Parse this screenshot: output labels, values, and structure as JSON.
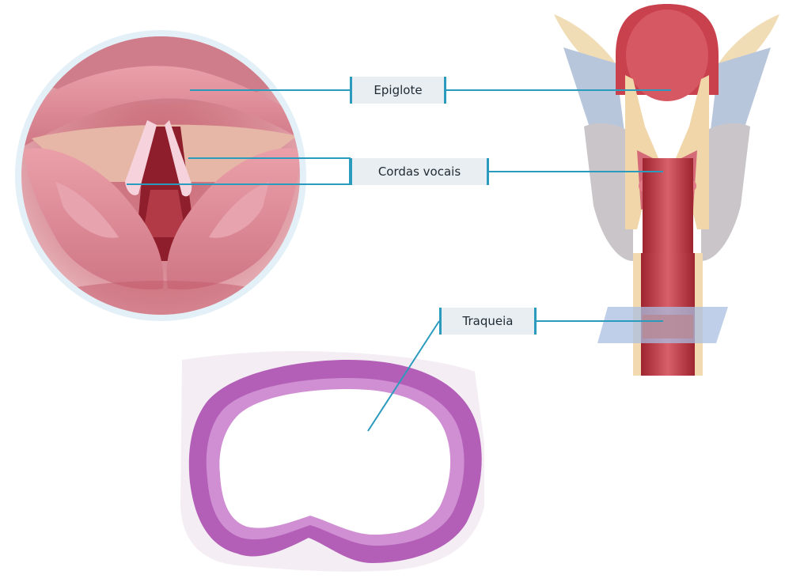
{
  "labels": {
    "epiglote": "Epiglote",
    "cordas_vocais": "Cordas vocais",
    "traqueia": "Traqueia"
  },
  "colors": {
    "leader_line": "#2a9bbd",
    "label_background": "#e9eef2",
    "tissue_pink": "#d77a8a",
    "mucosa_red": "#b8343f",
    "cartilage": "#f3d9b0",
    "histology_purple": "#b35fb8",
    "section_plane": "#a9bfe2"
  },
  "icons": [
    "larynx-illustration",
    "vocal-cords-view",
    "trachea-histology-section"
  ]
}
